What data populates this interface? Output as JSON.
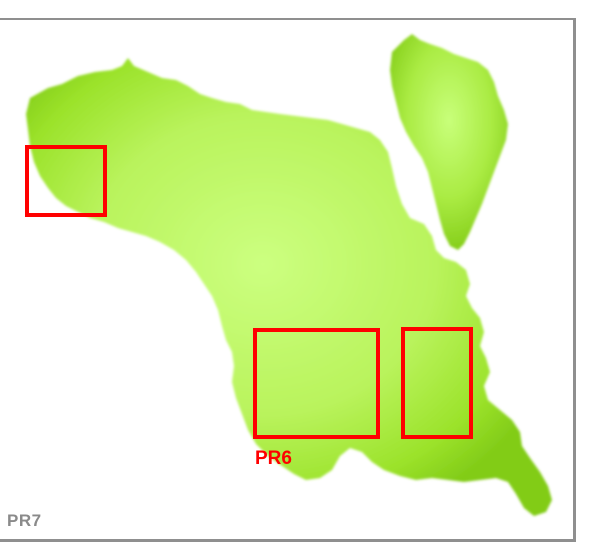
{
  "map": {
    "label": "PR7",
    "land_color": "#9be22a",
    "land_highlight": "#ccff80",
    "frame_color": "#8f8f8f"
  },
  "regions": [
    {
      "id": "box-west",
      "label": ""
    },
    {
      "id": "box-pr6",
      "label": "PR6"
    },
    {
      "id": "box-east",
      "label": ""
    }
  ],
  "colors": {
    "box_stroke": "#ff0000",
    "label_gray": "#8a8a8a",
    "label_red": "#ff0000"
  }
}
